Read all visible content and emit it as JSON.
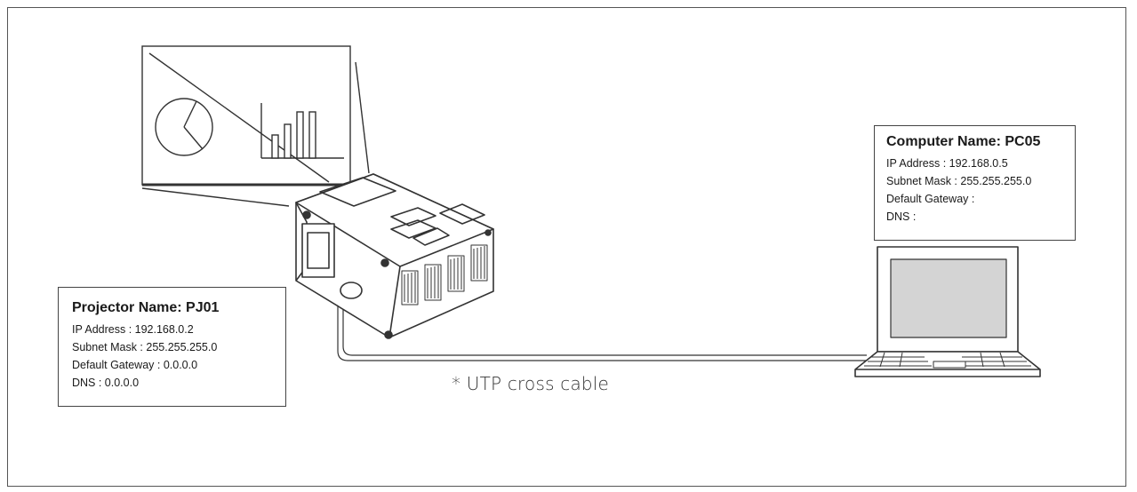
{
  "projector": {
    "title": "Projector Name: PJ01",
    "lines": [
      "IP Address : 192.168.0.2",
      "Subnet Mask : 255.255.255.0",
      "Default Gateway : 0.0.0.0",
      "DNS : 0.0.0.0"
    ]
  },
  "computer": {
    "title": "Computer Name: PC05",
    "lines": [
      "IP Address : 192.168.0.5",
      "Subnet Mask : 255.255.255.0",
      "Default Gateway :",
      "DNS :"
    ]
  },
  "cable": {
    "label": "* UTP cross cable"
  },
  "icons": [
    "screen-icon",
    "projector-icon",
    "laptop-icon",
    "cable-icon"
  ],
  "colors": {
    "line": "#333333",
    "fill": "#ffffff",
    "laptop_screen": "#d4d4d4"
  }
}
